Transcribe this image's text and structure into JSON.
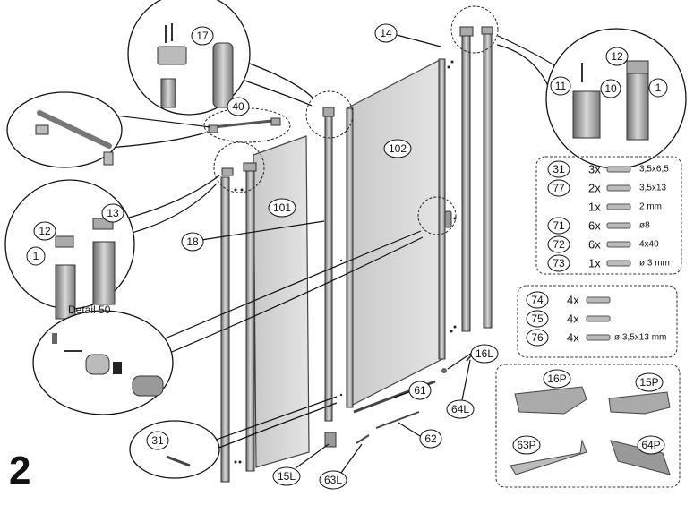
{
  "step_number": "2",
  "detail_title": "Detail 50",
  "callouts": {
    "c14": "14",
    "c12_top": "12",
    "c11": "11",
    "c10": "10",
    "c1_top": "1",
    "c17": "17",
    "c40": "40",
    "c102": "102",
    "c101": "101",
    "c13": "13",
    "c12_left": "12",
    "c1_left": "1",
    "c18": "18",
    "c16L": "16L",
    "c61": "61",
    "c64L": "64L",
    "c62": "62",
    "c31": "31",
    "c15L": "15L",
    "c63L": "63L",
    "c16P": "16P",
    "c15P": "15P",
    "c63P": "63P",
    "c64P": "64P"
  },
  "parts_table_1": [
    {
      "code": "31",
      "qty": "3x",
      "spec": "3,5x6,5"
    },
    {
      "code": "77",
      "qty": "2x",
      "spec": "3,5x13"
    },
    {
      "code": "",
      "qty": "1x",
      "spec": "2 mm"
    },
    {
      "code": "71",
      "qty": "6x",
      "spec": "ø8"
    },
    {
      "code": "72",
      "qty": "6x",
      "spec": "4x40"
    },
    {
      "code": "73",
      "qty": "1x",
      "spec": "ø 3 mm"
    }
  ],
  "parts_table_2": [
    {
      "code": "74",
      "qty": "4x",
      "spec": ""
    },
    {
      "code": "75",
      "qty": "4x",
      "spec": ""
    },
    {
      "code": "76",
      "qty": "4x",
      "spec": "ø 3,5x13 mm"
    }
  ]
}
